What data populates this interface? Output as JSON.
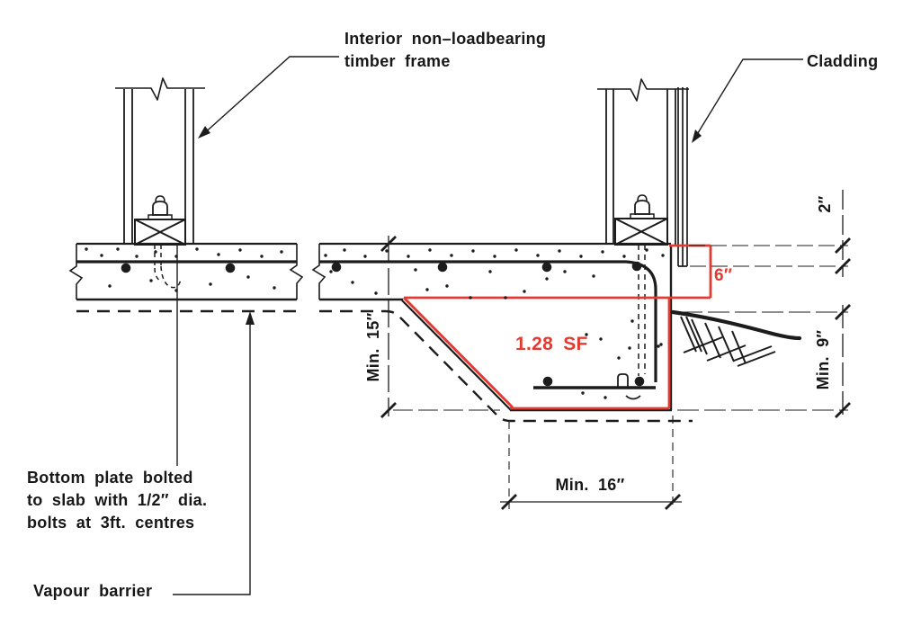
{
  "colors": {
    "ink": "#1c1c1c",
    "accent": "#e23b32"
  },
  "labels": {
    "timber_frame": "Interior non–loadbearing\ntimber frame",
    "cladding": "Cladding",
    "bottom_plate": "Bottom plate bolted\nto slab with 1/2″ dia.\nbolts at 3ft. centres",
    "vapour_barrier": "Vapour barrier",
    "area": "1.28 SF"
  },
  "dimensions": {
    "cladding_overlap": "2″",
    "exposed_edge": "6″",
    "edge_depth": "Min. 15″",
    "below_grade": "Min. 9″",
    "footing_width": "Min. 16″"
  }
}
